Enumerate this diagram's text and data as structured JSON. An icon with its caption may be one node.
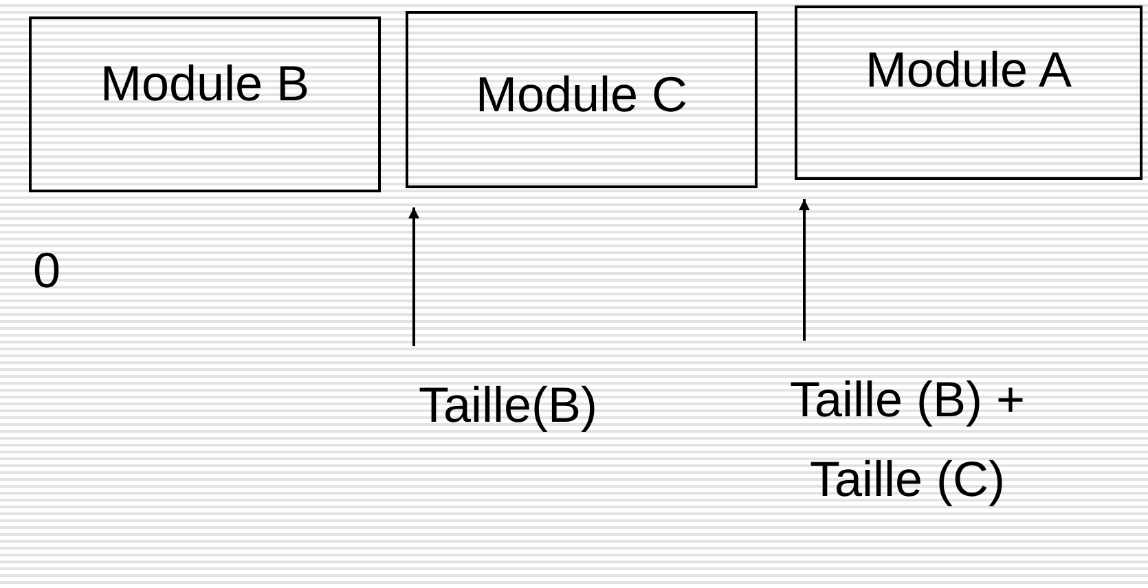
{
  "diagram": {
    "nodes": [
      {
        "text": [
          "Module B"
        ]
      },
      {
        "text": [
          "Module C"
        ]
      },
      {
        "text": [
          "Module A"
        ]
      },
      {
        "text": [
          "Taille(B)"
        ]
      },
      {
        "text": [
          "Taille (B) + Taille (C)"
        ]
      }
    ],
    "edges": [
      {
        "from": 3,
        "to": 1,
        "arrow": "to"
      },
      {
        "from": 4,
        "to": 2,
        "arrow": "to"
      }
    ],
    "labels": [
      "0"
    ]
  }
}
